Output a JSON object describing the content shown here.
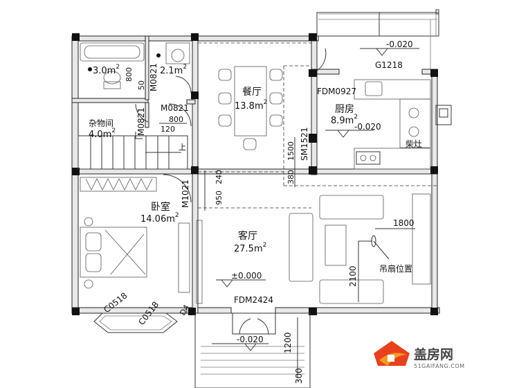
{
  "rooms": {
    "bathroom": {
      "area": "3.0m",
      "sup": "2"
    },
    "wc": {
      "area": "2.1m",
      "sup": "2"
    },
    "dining": {
      "name": "餐厅",
      "area": "13.8m",
      "sup": "2"
    },
    "storage": {
      "name": "杂物间",
      "area": "4.0m",
      "sup": "2"
    },
    "kitchen": {
      "name": "厨房",
      "area": "8.9m",
      "sup": "2"
    },
    "bedroom": {
      "name": "卧室",
      "area": "14.06m",
      "sup": "2"
    },
    "living": {
      "name": "客厅",
      "area": "27.5m",
      "sup": "2"
    },
    "firewood_stove": {
      "name": "柴灶"
    }
  },
  "door_labels": {
    "m0821_wc": "M0821",
    "m0821_dining": "M0821",
    "m0821_storage": "M0821",
    "m1021": "M1021",
    "fdm0927": "FDM0927",
    "fdm2424": "FDM2424",
    "sm1521": "SM1521",
    "g1218": "G1218",
    "c0518_a": "C0518",
    "c0518_b": "C0518"
  },
  "levels": {
    "top": "-0.020",
    "kitchen": "-0.020",
    "living": "±0.000",
    "entrance": "-0.020"
  },
  "dimensions": {
    "d800_bath": "800",
    "d50": "50",
    "d800_hall": "800",
    "d120": "120",
    "d1500": "1500",
    "d380": "380",
    "d950": "950",
    "d240": "240",
    "d1800": "1800",
    "d2100": "2100",
    "d1200": "1200",
    "d300": "300"
  },
  "annotations": {
    "fan_position": "吊扇位置",
    "stair_up": "上",
    "d_label": "D4"
  },
  "logo": {
    "name": "盖房网",
    "url_text": "51GAIFANG.COM",
    "accent": "#e8411e",
    "accent2": "#f59a23"
  }
}
